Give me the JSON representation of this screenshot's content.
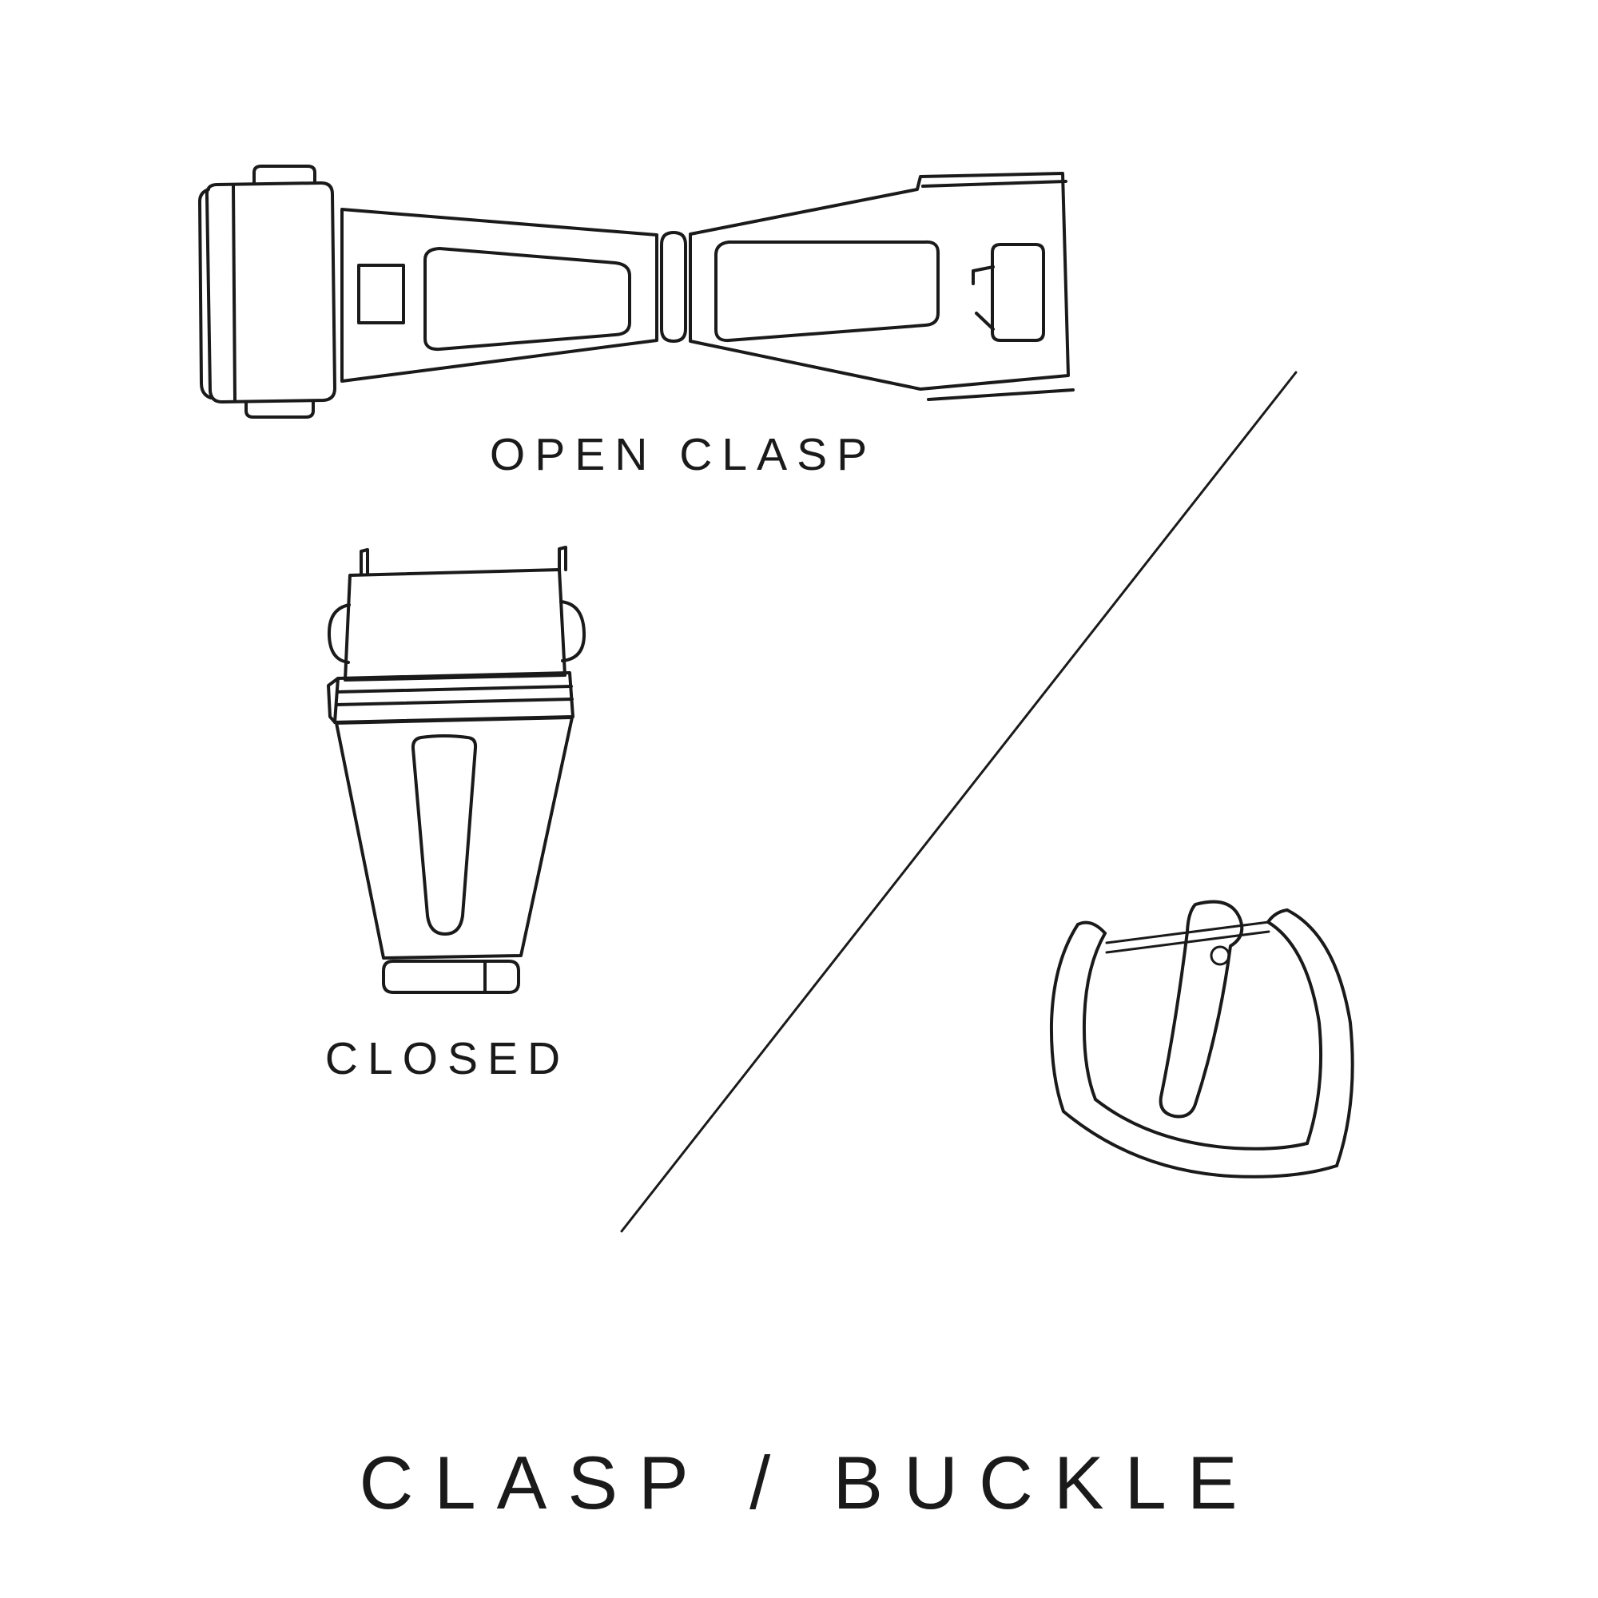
{
  "title": "CLASP / BUCKLE",
  "labels": {
    "open_clasp": "OPEN CLASP",
    "closed": "CLOSED"
  },
  "colors": {
    "line": "#1a1a1a",
    "background": "#ffffff",
    "text": "#1a1a1a"
  },
  "icons": {
    "open_clasp": "open-clasp-illustration",
    "closed_clasp": "closed-clasp-illustration",
    "buckle": "buckle-illustration",
    "divider": "diagonal-divider-line"
  }
}
